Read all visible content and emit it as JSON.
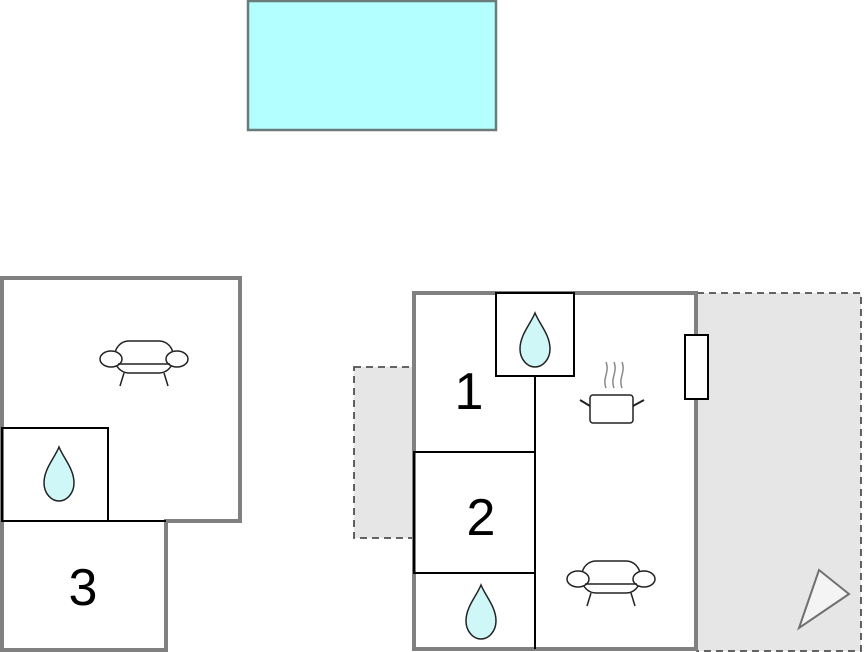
{
  "colors": {
    "pool_fill": "#b3ffff",
    "pool_stroke": "#6b7b7b",
    "wall": "#808080",
    "inner_line": "#000000",
    "terrace_fill": "#e6e6e6",
    "terrace_stroke": "#505050",
    "water_drop_fill": "#cff7f7",
    "icon_stroke": "#222222"
  },
  "areas": {
    "pool": {
      "name": "pool"
    },
    "left_building": {
      "name": "left-building"
    },
    "right_building": {
      "name": "right-building"
    },
    "terrace_left": {
      "name": "terrace-left"
    },
    "terrace_right": {
      "name": "terrace-right"
    }
  },
  "rooms": [
    {
      "label": "1"
    },
    {
      "label": "2"
    },
    {
      "label": "3"
    }
  ],
  "icons": [
    "sofa-icon",
    "water-drop-icon",
    "cooking-pot-icon",
    "fireplace-icon",
    "compass-arrow-icon"
  ]
}
